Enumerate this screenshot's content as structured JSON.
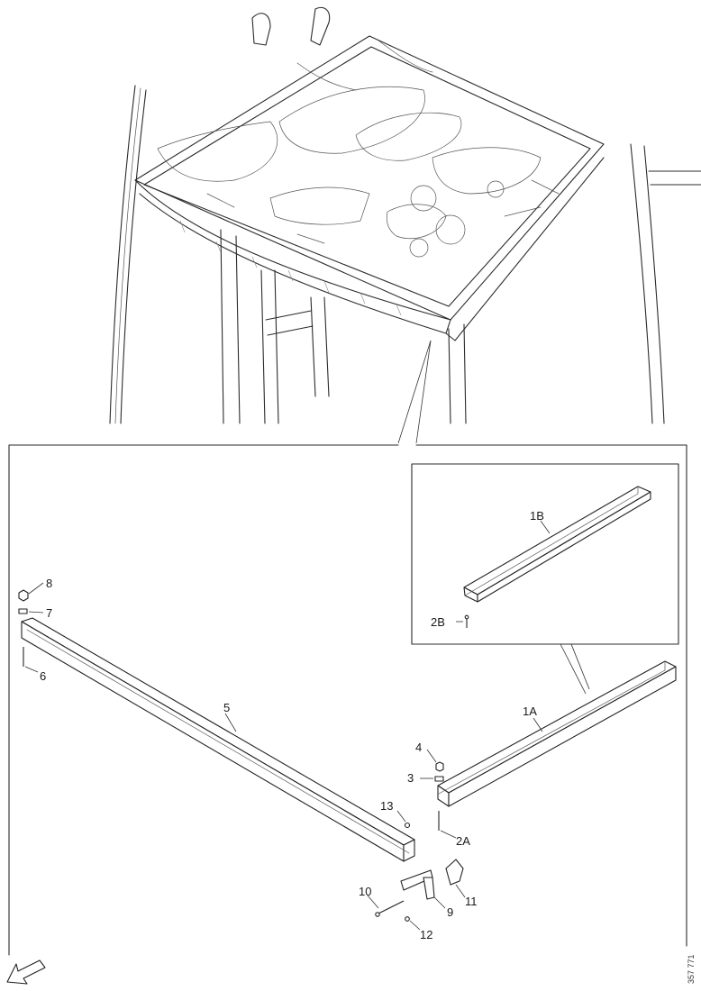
{
  "diagram": {
    "labels": {
      "l1a": "1A",
      "l1b": "1B",
      "l2a": "2A",
      "l2b": "2B",
      "l3": "3",
      "l4": "4",
      "l5": "5",
      "l6": "6",
      "l7": "7",
      "l8": "8",
      "l9": "9",
      "l10": "10",
      "l11": "11",
      "l12": "12",
      "l13": "13"
    },
    "reference_code": "357 771",
    "icons": {
      "front_direction": "arrow-down-left-icon"
    }
  }
}
